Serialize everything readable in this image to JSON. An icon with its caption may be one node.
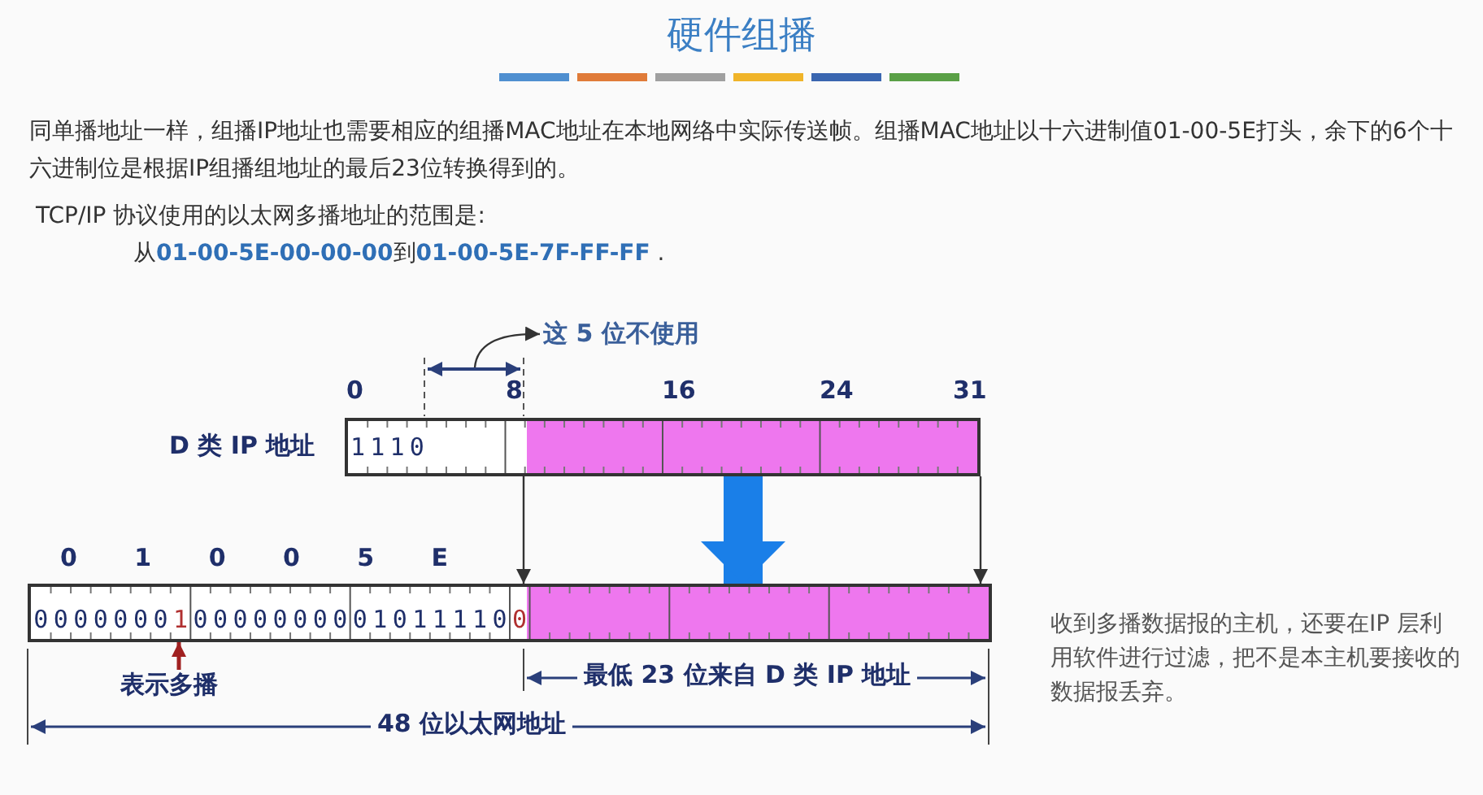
{
  "diagram": {
    "title": "硬件组播",
    "nodes": [
      {
        "text": [
          "这 5 位不使用"
        ]
      },
      {
        "text": [
          "1110"
        ],
        "beside": [
          "D 类 IP 地址"
        ]
      },
      {
        "text": [
          "00000001 00000000 01011110 0"
        ]
      },
      {
        "text": [
          "表示多播"
        ]
      }
    ],
    "edges": [
      {
        "from": null,
        "to": 0,
        "arrow": "to"
      },
      {
        "from": 1,
        "to": 2,
        "arrow": "to",
        "style": "thick",
        "color": "#1a7fe8"
      },
      {
        "from": 1,
        "to": 2,
        "arrow": "to"
      },
      {
        "from": 1,
        "to": 2,
        "arrow": "to"
      },
      {
        "from": 3,
        "to": 2,
        "arrow": "to",
        "color": "#a02020"
      }
    ],
    "labels": [
      "同单播地址一样，组播IP地址也需要相应的组播MAC地址在本地网络中实际传送帧。组播MAC地址以十六进制值01-00-5E打头，余下的6个十六进制位是根据IP组播组地址的最后23位转换得到的。",
      "TCP/IP 协议使用的以太网多播地址的范围是:",
      "从**01-00-5E-00-00-00**到**01-00-5E-7F-FF-FF** .",
      "0",
      "8",
      "16",
      "24",
      "31",
      "0 1 0 0 5 E",
      "最低 23 位来自 D 类 IP 地址",
      "48 位以太网地址",
      "收到多播数据报的主机，还要在IP 层利用软件进行过滤，把不是本主机要接收的数据报丢弃。"
    ]
  }
}
